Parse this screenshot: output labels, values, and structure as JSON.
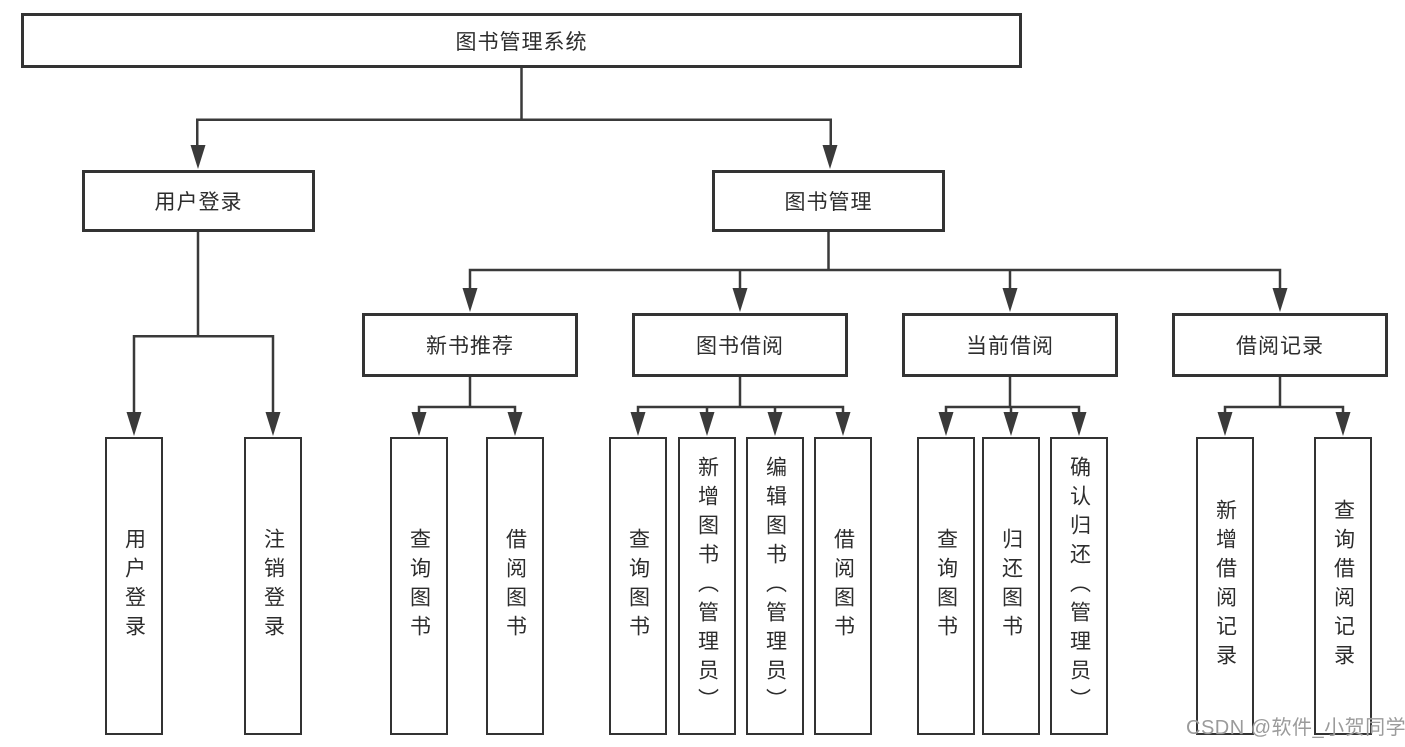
{
  "title": "图书管理系统",
  "user_login": {
    "label": "用户登录",
    "children": [
      "用户登录",
      "注销登录"
    ]
  },
  "book_mgmt": {
    "label": "图书管理"
  },
  "groups": [
    {
      "label": "新书推荐",
      "children": [
        "查询图书",
        "借阅图书"
      ]
    },
    {
      "label": "图书借阅",
      "children": [
        "查询图书",
        "新增图书（管理员）",
        "编辑图书（管理员）",
        "借阅图书"
      ]
    },
    {
      "label": "当前借阅",
      "children": [
        "查询图书",
        "归还图书",
        "确认归还（管理员）"
      ]
    },
    {
      "label": "借阅记录",
      "children": [
        "新增借阅记录",
        "查询借阅记录"
      ]
    }
  ],
  "watermark": "CSDN @软件_小贺同学",
  "colors": {
    "line": "#3a3a3a",
    "border": "#333333",
    "text": "#2d2d2d",
    "watermark": "#9b9b9b"
  }
}
